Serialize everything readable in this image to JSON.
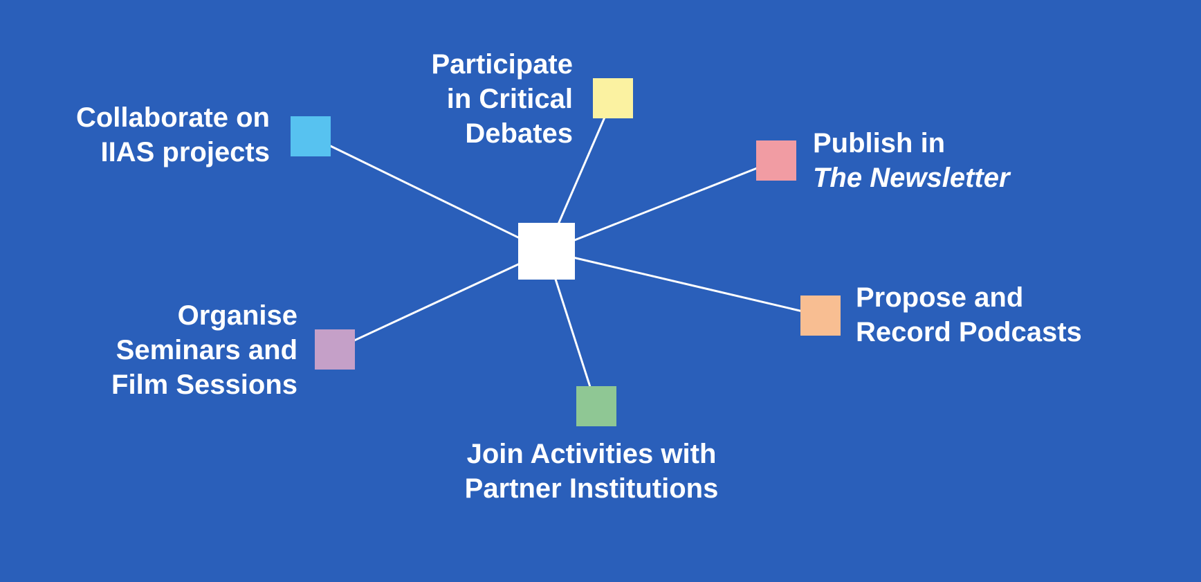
{
  "colors": {
    "background": "#2A5FBA",
    "text": "#FFFFFF",
    "line": "#FFFFFF",
    "center_square": "#FFFFFF"
  },
  "center": {
    "shape": "white-square"
  },
  "nodes": [
    {
      "id": "collaborate",
      "label_lines": [
        "Collaborate on",
        "IIAS projects"
      ],
      "color": "#57C2F0"
    },
    {
      "id": "participate",
      "label_lines": [
        "Participate",
        "in Critical",
        "Debates"
      ],
      "color": "#FBF2A1"
    },
    {
      "id": "publish",
      "label_lines": [
        "Publish in",
        "The Newsletter"
      ],
      "italic_line_index": 1,
      "color": "#F19CA3"
    },
    {
      "id": "propose",
      "label_lines": [
        "Propose and",
        "Record Podcasts"
      ],
      "color": "#F8BE92"
    },
    {
      "id": "join",
      "label_lines": [
        "Join Activities with",
        "Partner Institutions"
      ],
      "color": "#8FC794"
    },
    {
      "id": "organise",
      "label_lines": [
        "Organise",
        "Seminars and",
        "Film Sessions"
      ],
      "color": "#C5A0C8"
    }
  ]
}
